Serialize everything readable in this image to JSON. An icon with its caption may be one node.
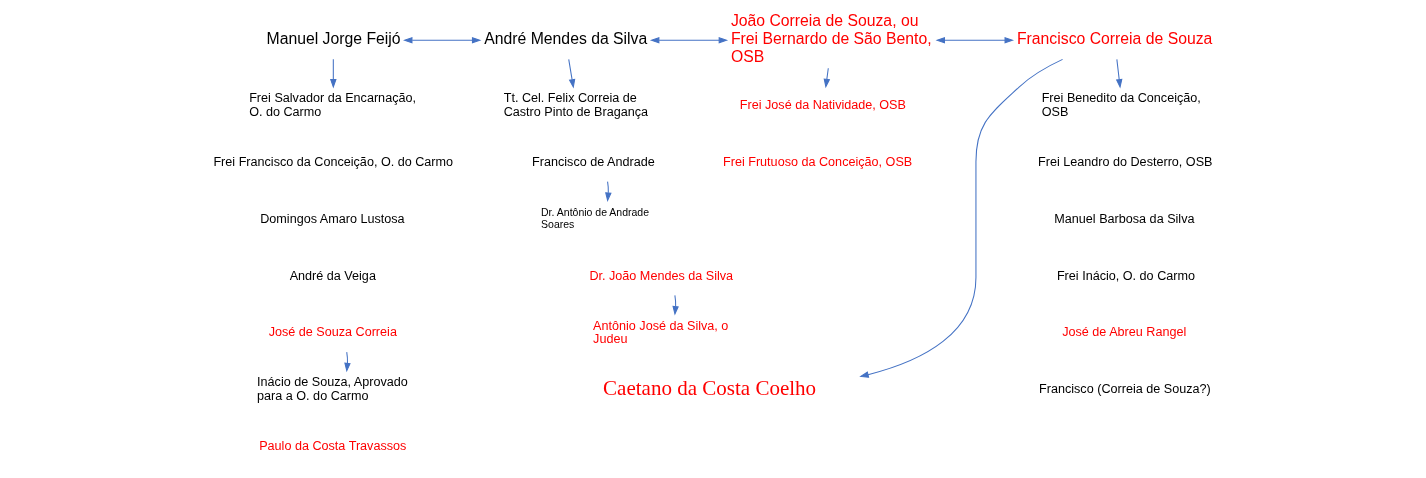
{
  "diagram": {
    "nodes": [
      {
        "text": [
          "Manuel Jorge Feijó"
        ]
      },
      {
        "text": [
          "André Mendes da Silva"
        ]
      },
      {
        "text": [
          "João Correia de Souza, ou Frei Bernardo de São Bento, OSB"
        ]
      },
      {
        "text": [
          "Francisco Correia de Souza"
        ]
      },
      {
        "text": [
          "Frei Salvador da Encarnação, O. do Carmo"
        ]
      },
      {
        "text": [
          "Tt. Cel. Felix Correia de Castro Pinto de Bragança"
        ]
      },
      {
        "text": [
          "Frei José da Natividade, OSB"
        ]
      },
      {
        "text": [
          "Frei Benedito da Conceição, OSB"
        ]
      },
      {
        "text": [
          "Caetano da Costa Coelho"
        ]
      },
      {
        "text": [
          "José de Souza Correia"
        ]
      },
      {
        "text": [
          "Inácio de Souza, Aprovado para a O. do Carmo"
        ]
      },
      {
        "text": [
          "Francisco de Andrade"
        ]
      },
      {
        "text": [
          "Dr. Antônio de Andrade Soares"
        ]
      },
      {
        "text": [
          "Dr. João Mendes da Silva"
        ]
      },
      {
        "text": [
          "Antônio José da Silva, o Judeu"
        ]
      }
    ],
    "edges": [
      {
        "from": 0,
        "to": 1,
        "arrow": "both"
      },
      {
        "from": 1,
        "to": 2,
        "arrow": "both"
      },
      {
        "from": 2,
        "to": 3,
        "arrow": "both"
      },
      {
        "from": 0,
        "to": 4,
        "arrow": "to"
      },
      {
        "from": 1,
        "to": 5,
        "arrow": "to"
      },
      {
        "from": 2,
        "to": 6,
        "arrow": "to"
      },
      {
        "from": 3,
        "to": 7,
        "arrow": "to"
      },
      {
        "from": 3,
        "to": 8,
        "arrow": "to"
      },
      {
        "from": 9,
        "to": 10,
        "arrow": "to"
      },
      {
        "from": 11,
        "to": 12,
        "arrow": "to"
      },
      {
        "from": 13,
        "to": 14,
        "arrow": "to"
      }
    ],
    "labels": [
      "Frei Francisco da Conceição, O. do Carmo",
      "Domingos Amaro Lustosa",
      "André da Veiga",
      "Paulo da Costa Travassos",
      "Frei Frutuoso da Conceição, OSB",
      "Frei Leandro do Desterro, OSB",
      "Manuel Barbosa da Silva",
      "Frei Inácio, O. do Carmo",
      "José de Abreu Rangel",
      "Francisco (Correia de Souza?)"
    ]
  }
}
